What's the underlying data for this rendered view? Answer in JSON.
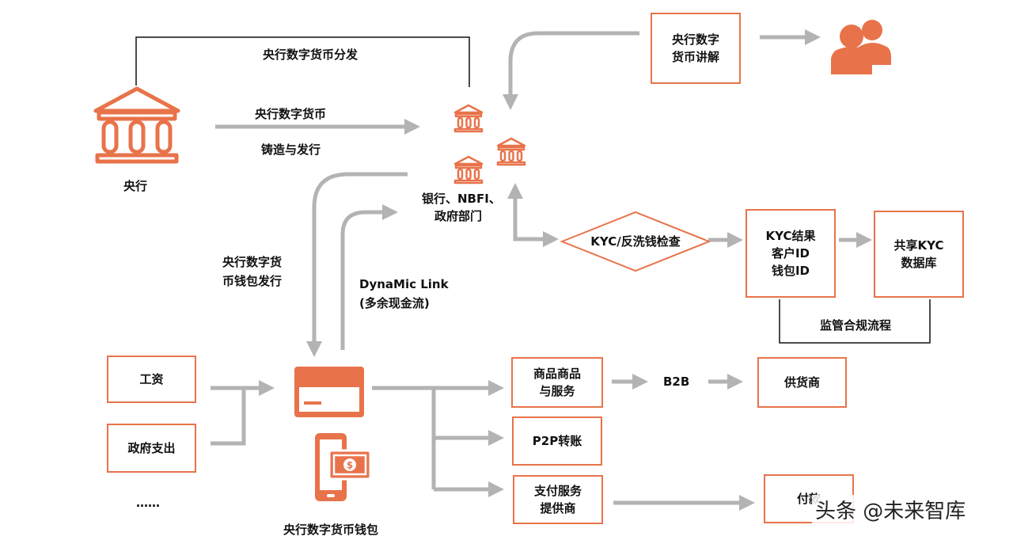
{
  "central_bank": {
    "label": "央行",
    "distribute_label": "央行数字货币分发",
    "issue_label_1": "央行数字货币",
    "issue_label_2": "铸造与发行"
  },
  "intermediaries": {
    "label_1": "银行、NBFI、",
    "label_2": "政府部门"
  },
  "explain_box": {
    "line1": "央行数字",
    "line2": "货币讲解"
  },
  "kyc": {
    "check_label": "KYC/反洗钱检查",
    "result_line1": "KYC结果",
    "result_line2": "客户ID",
    "result_line3": "钱包ID",
    "shared_line1": "共享KYC",
    "shared_line2": "数据库",
    "compliance_label": "监管合规流程"
  },
  "wallet_issue": {
    "line1": "央行数字货",
    "line2": "币钱包发行"
  },
  "dynamic_link": {
    "line1": "DynaMic Link",
    "line2": "(多余现金流)"
  },
  "sources": {
    "salary": "工资",
    "gov_spending": "政府支出",
    "more": "……"
  },
  "wallet_label": "央行数字货币钱包",
  "destinations": {
    "goods_line1": "商品商品",
    "goods_line2": "与服务",
    "b2b": "B2B",
    "supplier": "供货商",
    "p2p": "P2P转账",
    "payment_line1": "支付服务",
    "payment_line2": "提供商",
    "payment_right": "付款"
  },
  "watermark": "头条 @未来智库",
  "colors": {
    "accent": "#e8734a",
    "arrow": "#b3b3b3",
    "line": "#111111"
  }
}
